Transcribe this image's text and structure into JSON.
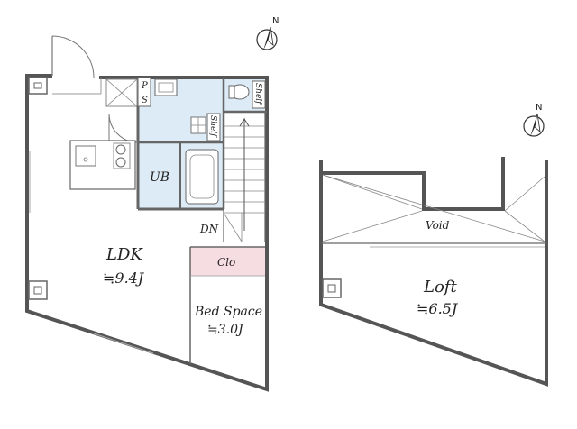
{
  "plans": {
    "main": {
      "compass_label": "N",
      "rooms": {
        "ldk_name": "LDK",
        "ldk_area": "≒9.4J",
        "bath": "UB",
        "stair_dir": "DN",
        "closet": "Clo",
        "bed_name": "Bed Space",
        "bed_area": "≒3.0J",
        "pipe_p": "P",
        "pipe_s": "S",
        "shelf_1": "Shelf",
        "shelf_2": "Shelf"
      }
    },
    "loft": {
      "compass_label": "N",
      "void": "Void",
      "loft_name": "Loft",
      "loft_area": "≒6.5J"
    }
  },
  "colors": {
    "wet_area": "#dcebf5",
    "closet": "#f5dde2",
    "wall": "#555555"
  }
}
